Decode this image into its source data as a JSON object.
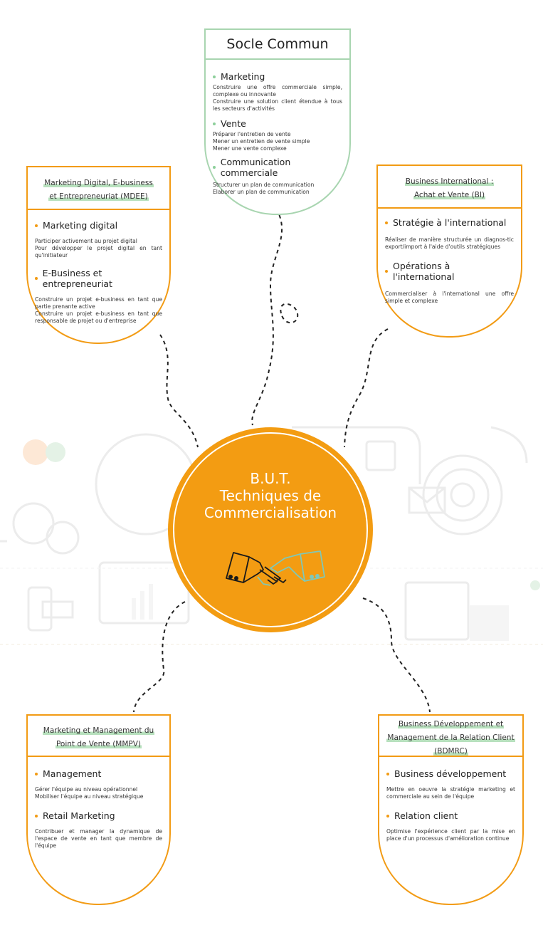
{
  "colors": {
    "orange": "#f29b14",
    "green": "#a8d5b0",
    "center": "#f39c12",
    "highlight": "#b7e0bd"
  },
  "center": {
    "line1": "B.U.T.",
    "line2": "Techniques de",
    "line3": "Commercialisation",
    "icon": "handshake-icon"
  },
  "socle": {
    "title": "Socle Commun",
    "sections": [
      {
        "title": "Marketing",
        "lines": [
          "Construire une offre commerciale simple, complexe ou innovante",
          "Construire une solution client étendue à tous les secteurs d'activités"
        ]
      },
      {
        "title": "Vente",
        "lines": [
          "Préparer l'entretien de vente",
          "Mener un entretien de vente simple",
          "Mener une vente complexe"
        ]
      },
      {
        "title": "Communication commerciale",
        "lines": [
          "Structurer un plan de communication",
          "Elaborer un plan de communication"
        ]
      }
    ]
  },
  "mdee": {
    "title_line1": "Marketing Digital, E-business",
    "title_line2": "et Entrepreneuriat (MDEE)",
    "sections": [
      {
        "title": "Marketing digital",
        "lines": [
          "Participer activement au projet digital",
          "Pour développer le projet digital en tant qu'initiateur"
        ]
      },
      {
        "title": "E-Business et entrepreneuriat",
        "lines": [
          "Construire un projet e-business en tant que partie prenante active",
          "Construire un projet e-business en tant que responsable de projet ou d'entreprise"
        ]
      }
    ]
  },
  "bi": {
    "title_line1": "Business International :",
    "title_line2": "Achat et Vente (BI)",
    "sections": [
      {
        "title": "Stratégie à l'international",
        "lines": [
          "Réaliser de manière structurée un diagnos-tic export/import à l'aide d'outils stratégiques"
        ]
      },
      {
        "title": "Opérations à l'international",
        "lines": [
          "Commercialiser à l'international une offre simple et complexe"
        ]
      }
    ]
  },
  "mmpv": {
    "title_line1": "Marketing et Management du",
    "title_line2": "Point de Vente (MMPV)",
    "sections": [
      {
        "title": "Management",
        "lines": [
          "Gérer l'équipe au niveau opérationnel",
          "Mobiliser l'équipe au niveau stratégique"
        ]
      },
      {
        "title": "Retail Marketing",
        "lines": [
          "Contribuer et manager la dynamique de l'espace de vente en tant que membre de l'équipe"
        ]
      }
    ]
  },
  "bdmrc": {
    "title_line1": "Business Développement et",
    "title_line2": "Management de la Relation Client",
    "title_line3": "(BDMRC)",
    "sections": [
      {
        "title": "Business développement",
        "lines": [
          "Mettre en oeuvre la stratégie marketing et commerciale au sein de l'équipe"
        ]
      },
      {
        "title": "Relation client",
        "lines": [
          "Optimise l'expérience client par la mise en place d'un processus d'amélioration continue"
        ]
      }
    ]
  }
}
